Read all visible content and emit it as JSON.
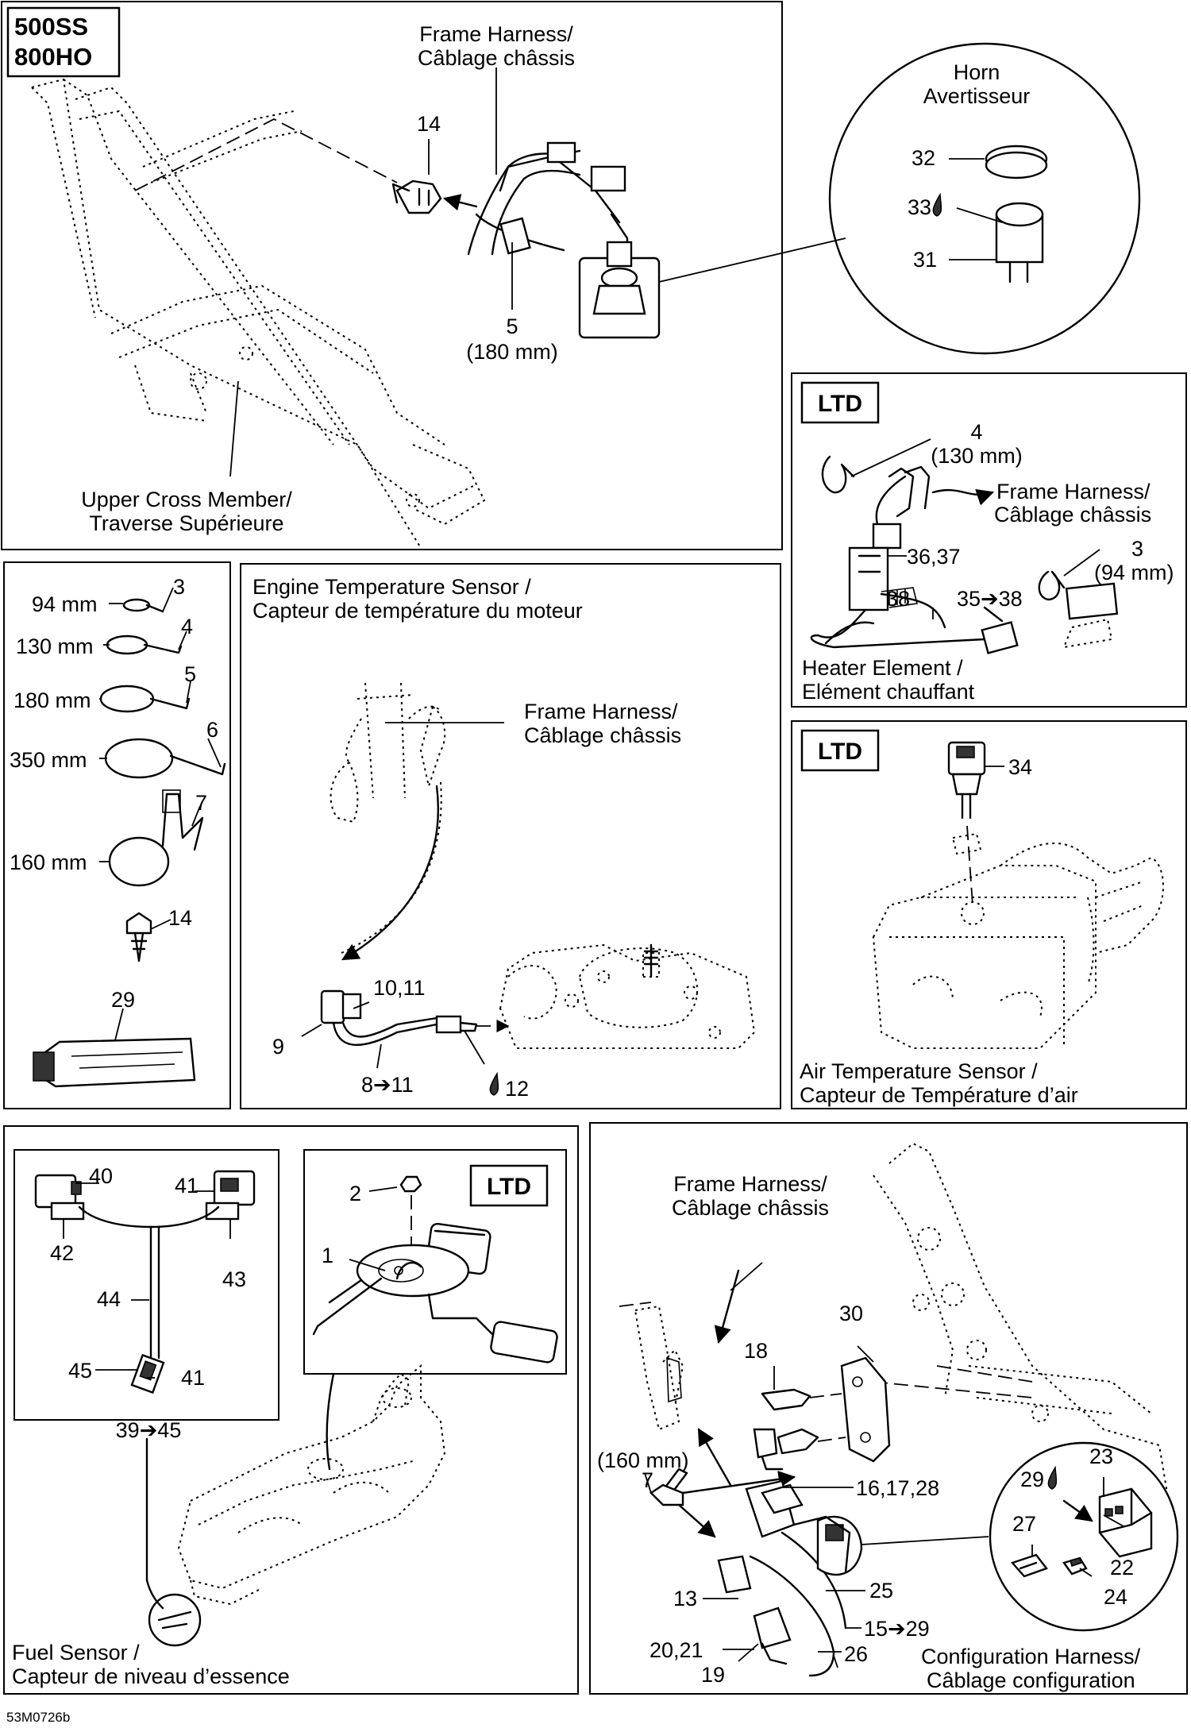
{
  "model_badge": {
    "line1": "500SS",
    "line2": "800HO"
  },
  "ltd_tag": "LTD",
  "drawing_code": "53M0726b",
  "panels": {
    "frame": {
      "frame_harness": [
        "Frame Harness/",
        "Câblage châssis"
      ],
      "horn": [
        "Horn",
        "Avertisseur"
      ],
      "upper_cross_member": [
        "Upper Cross Member/",
        "Traverse Supérieure"
      ],
      "parts": {
        "p14": "14",
        "p5": "5",
        "p5_len": "(180 mm)",
        "p32": "32",
        "p33": "33",
        "p31": "31"
      }
    },
    "heater": {
      "caption": [
        "Heater Element /",
        "Elément chauffant"
      ],
      "frame_harness": [
        "Frame Harness/",
        "Câblage châssis"
      ],
      "parts": {
        "p4": "4",
        "p4_len": "(130 mm)",
        "p3": "3",
        "p3_len": "(94 mm)",
        "p36_37": "36,37",
        "p38": "38",
        "p35_38": "35➔38"
      }
    },
    "ties": {
      "items": [
        {
          "num": "3",
          "len": "94 mm"
        },
        {
          "num": "4",
          "len": "130 mm"
        },
        {
          "num": "5",
          "len": "180 mm"
        },
        {
          "num": "6",
          "len": "350 mm"
        },
        {
          "num": "7",
          "len": "160 mm"
        }
      ],
      "screw_num": "14",
      "tube_num": "29"
    },
    "engine_temp": {
      "caption": [
        "Engine Temperature Sensor /",
        "Capteur de température du moteur"
      ],
      "frame_harness": [
        "Frame Harness/",
        "Câblage châssis"
      ],
      "parts": {
        "p10_11": "10,11",
        "p9": "9",
        "p8_11": "8➔11",
        "p12": "12"
      }
    },
    "air_temp": {
      "caption": [
        "Air Temperature Sensor /",
        "Capteur de Température d’air"
      ],
      "parts": {
        "p34": "34"
      }
    },
    "fuel": {
      "caption": [
        "Fuel Sensor /",
        "Capteur de niveau d’essence"
      ],
      "parts": {
        "p40": "40",
        "p41a": "41",
        "p42": "42",
        "p43": "43",
        "p44": "44",
        "p45": "45",
        "p41b": "41",
        "p39_45": "39➔45",
        "p2": "2",
        "p1": "1"
      }
    },
    "config": {
      "caption": [
        "Configuration Harness/",
        "Câblage configuration"
      ],
      "frame_harness": [
        "Frame Harness/",
        "Câblage châssis"
      ],
      "parts": {
        "p30": "30",
        "p18": "18",
        "p7_len": "(160 mm)",
        "p7": "7",
        "p16_28": "16,17,28",
        "p13": "13",
        "p25": "25",
        "p15_29": "15➔29",
        "p20_21": "20,21",
        "p19": "19",
        "p26": "26",
        "p23": "23",
        "p29": "29",
        "p27": "27",
        "p22": "22",
        "p24": "24"
      }
    }
  }
}
